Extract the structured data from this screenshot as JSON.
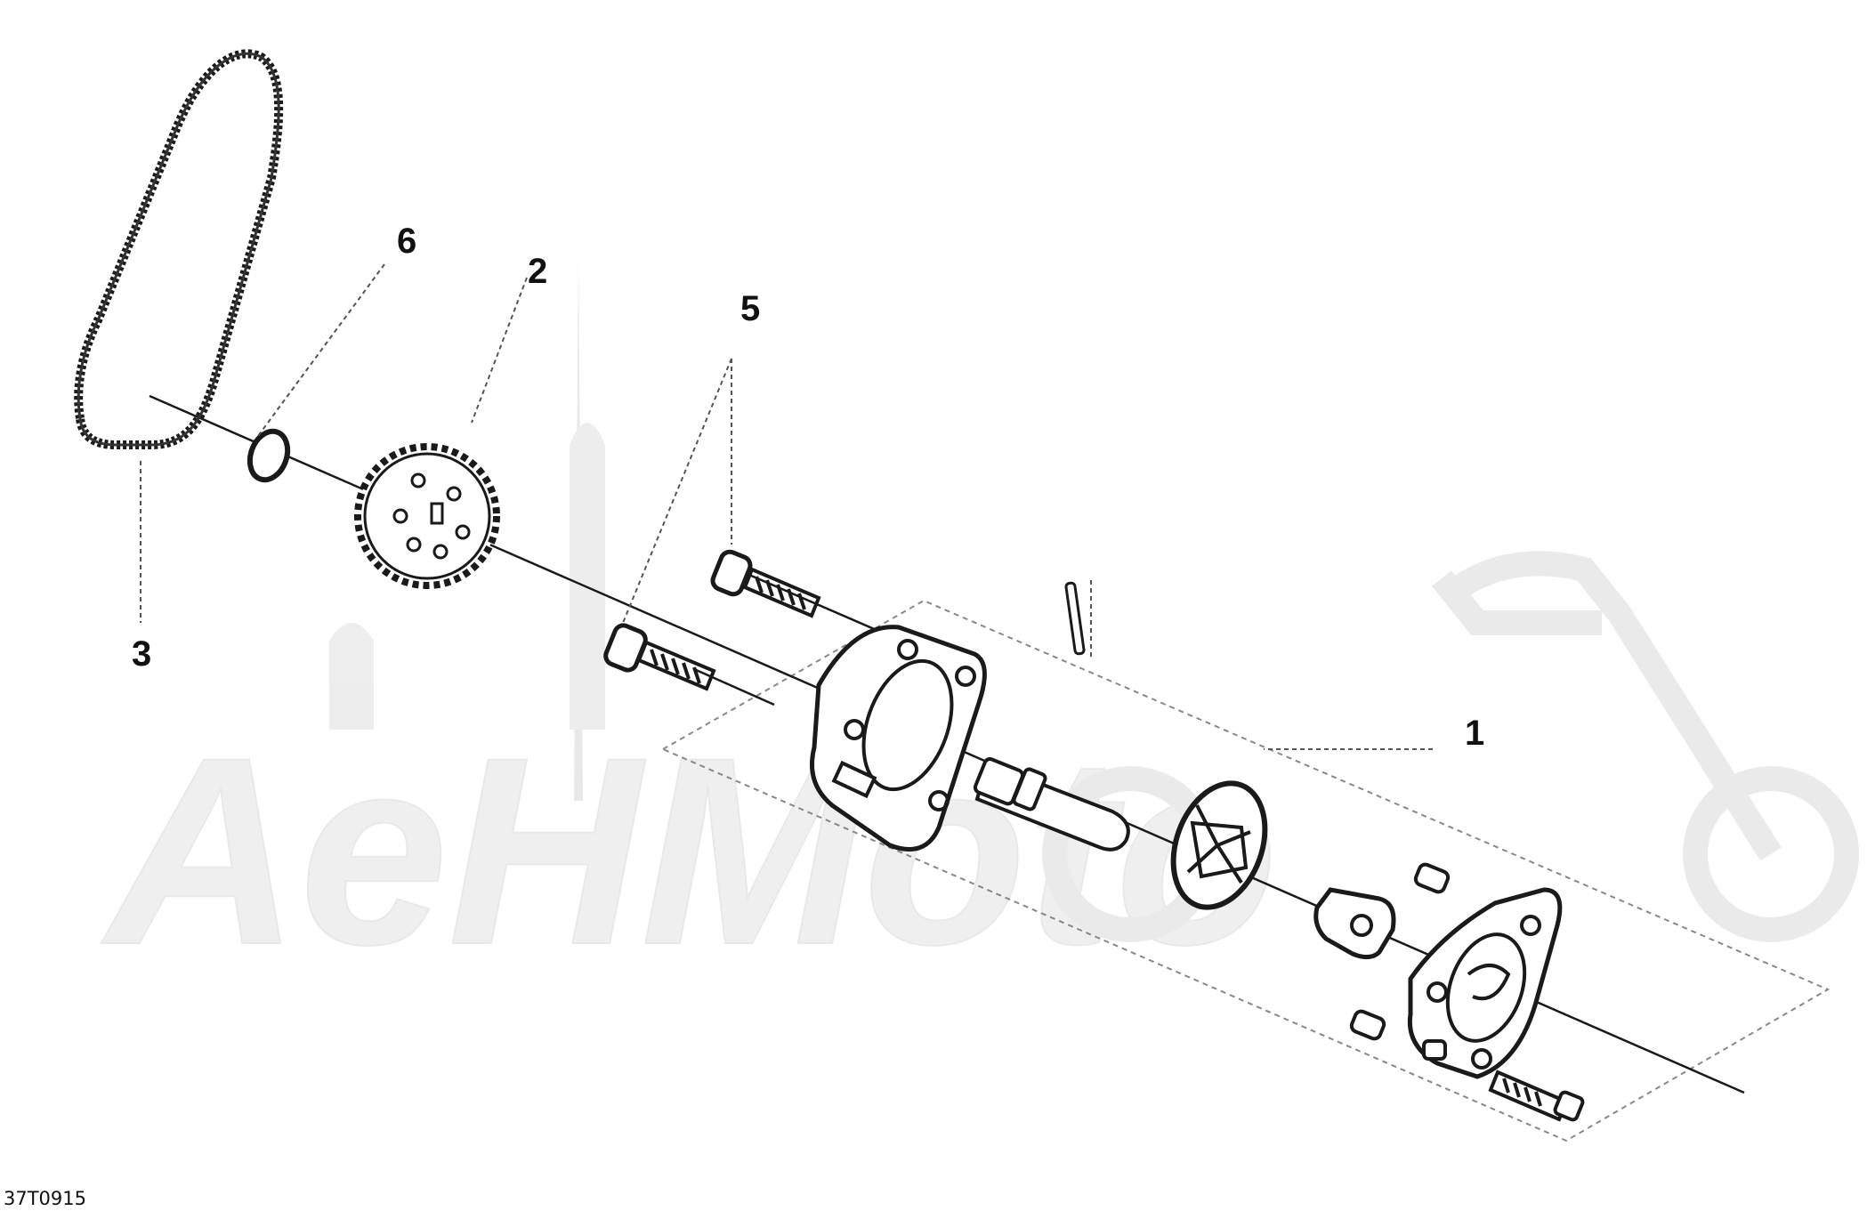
{
  "diagram": {
    "part_labels": [
      "1",
      "2",
      "3",
      "5",
      "6"
    ],
    "illustration_code": "37T0915",
    "watermark_text": "AeHMoto",
    "colors": {
      "line": "#1a1a1a",
      "leader": "#555555",
      "watermark": "#e8e8e8"
    }
  }
}
